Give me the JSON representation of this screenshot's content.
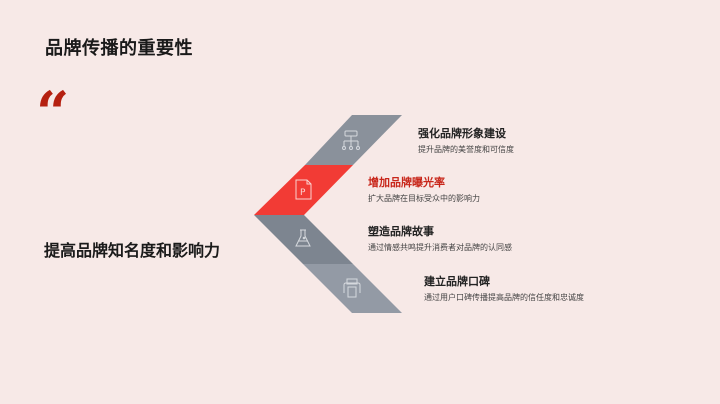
{
  "slide": {
    "title": "品牌传播的重要性",
    "quote_mark": "“",
    "subtitle": "提高品牌知名度和影响力",
    "colors": {
      "background": "#f7e9e7",
      "accent": "#f23b35",
      "quote": "#b52010",
      "band_dark": "#8a919b",
      "band_mid": "#7d8590",
      "band_light": "#939aa5"
    },
    "items": [
      {
        "title": "强化品牌形象建设",
        "desc": "提升品牌的美誉度和可信度",
        "icon": "sitemap-icon",
        "active": false
      },
      {
        "title": "增加品牌曝光率",
        "desc": "扩大品牌在目标受众中的影响力",
        "icon": "powerpoint-file-icon",
        "active": true
      },
      {
        "title": "塑造品牌故事",
        "desc": "通过情感共鸣提升消费者对品牌的认同感",
        "icon": "flask-icon",
        "active": false
      },
      {
        "title": "建立品牌口碑",
        "desc": "通过用户口碑传播提高品牌的信任度和忠诚度",
        "icon": "printer-icon",
        "active": false
      }
    ]
  }
}
